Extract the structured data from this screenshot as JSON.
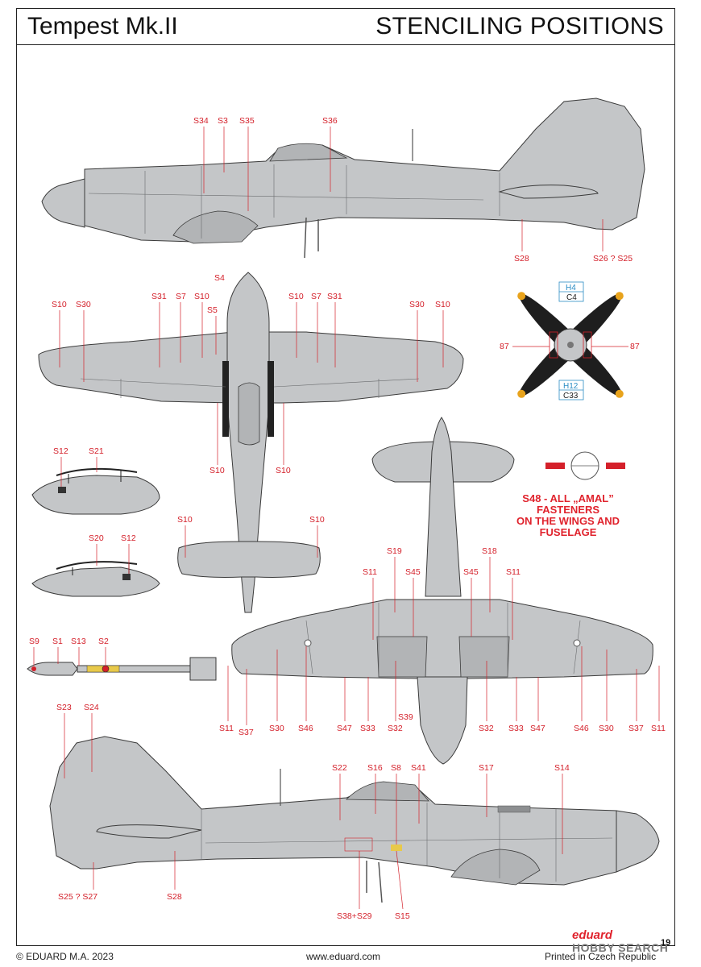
{
  "header": {
    "title": "Tempest Mk.II",
    "subtitle": "STENCILING POSITIONS"
  },
  "note": {
    "line1": "S48 - ALL „AMAL”",
    "line2": "FASTENERS",
    "line3": "ON THE WINGS AND",
    "line4": "FUSELAGE"
  },
  "propeller": {
    "top_code1": "H4",
    "top_code2": "C4",
    "bottom_code1": "H12",
    "bottom_code2": "C33",
    "left_code": "87",
    "right_code": "87"
  },
  "labels": {
    "side_top": [
      "S34",
      "S3",
      "S35",
      "S36",
      "S28",
      "S26 ? S25"
    ],
    "top_view": [
      "S10",
      "S30",
      "S31",
      "S7",
      "S10",
      "S4",
      "S5",
      "S10",
      "S7",
      "S31",
      "S30",
      "S10",
      "S10",
      "S10"
    ],
    "tanks": [
      "S12",
      "S21",
      "S20",
      "S12"
    ],
    "tail_top": [
      "S10",
      "S10"
    ],
    "bomb": [
      "S9",
      "S1",
      "S13",
      "S2"
    ],
    "bottom_view": [
      "S19",
      "S18",
      "S11",
      "S45",
      "S45",
      "S11",
      "S11",
      "S37",
      "S30",
      "S46",
      "S47",
      "S33",
      "S32",
      "S39",
      "S32",
      "S33",
      "S47",
      "S46",
      "S30",
      "S37",
      "S11"
    ],
    "side_bottom": [
      "S23",
      "S24",
      "S22",
      "S16",
      "S8",
      "S41",
      "S17",
      "S14",
      "S25 ? S27",
      "S28",
      "S38+S29",
      "S15"
    ]
  },
  "footer": {
    "copyright": "© EDUARD M.A. 2023",
    "website": "www.eduard.com",
    "printed": "Printed in Czech Republic",
    "page": "19",
    "brand": "eduard",
    "watermark": "HOBBY SEARCH"
  },
  "colors": {
    "aircraft_grey": "#c4c6c8",
    "outline": "#3a3a3a",
    "label_red": "#d4202a",
    "prop_black": "#1e1e1e",
    "prop_tip": "#e8a31c",
    "info_blue": "#2a8cc4"
  }
}
